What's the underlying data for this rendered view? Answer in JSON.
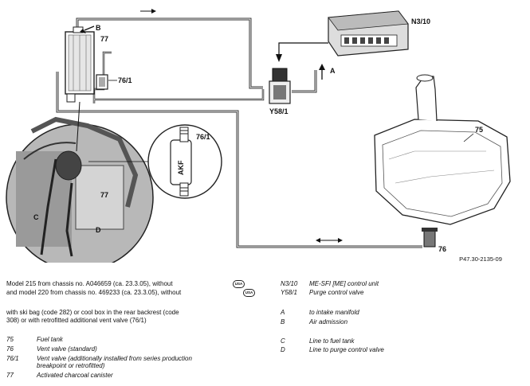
{
  "diagram": {
    "labels": {
      "b_top": "B",
      "c77_top": "77",
      "c761_top": "76/1",
      "n310": "N3/10",
      "y581": "Y58/1",
      "a": "A",
      "c75": "75",
      "c761_detail": "76/1",
      "akf": "AKF",
      "c77_inset": "77",
      "c_inset": "C",
      "d_inset": "D",
      "c76": "76"
    },
    "doc_number": "P47.30-2135-09"
  },
  "notes": {
    "left_line1": "Model 215 from chassis no. A046659 (ca. 23.3.05), without",
    "left_line2": "and model 220 from chassis no. 469233 (ca. 23.3.05), without",
    "left_line3": "with ski bag (code 282) or cool box in the rear backrest (code",
    "left_line4": "308) or with retrofitted additional vent valve (76/1)",
    "usa_badge": "USA"
  },
  "legend_left": [
    {
      "code": "75",
      "text": "Fuel tank"
    },
    {
      "code": "76",
      "text": "Vent valve (standard)"
    },
    {
      "code": "76/1",
      "text": "Vent valve (additionally installed from series production",
      "text2": "breakpoint or retrofitted)"
    },
    {
      "code": "77",
      "text": "Activated charcoal canister"
    }
  ],
  "legend_right": [
    {
      "code": "N3/10",
      "text": "ME-SFI [ME] control unit"
    },
    {
      "code": "Y58/1",
      "text": "Purge control valve"
    },
    {
      "code": "A",
      "text": "to intake manifold"
    },
    {
      "code": "B",
      "text": "Air admission"
    },
    {
      "code": "C",
      "text": "Line to fuel tank"
    },
    {
      "code": "D",
      "text": "Line to purge control valve"
    }
  ]
}
